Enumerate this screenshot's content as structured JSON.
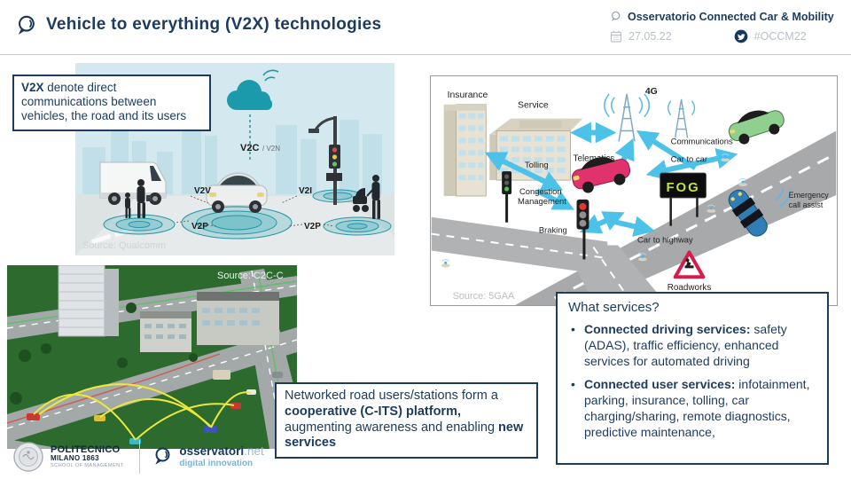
{
  "header": {
    "title": "Vehicle to everything (V2X) technologies",
    "brand": "Osservatorio Connected Car & Mobility",
    "date": "27.05.22",
    "hashtag": "#OCCM22"
  },
  "callouts": {
    "v2x": {
      "bold": "V2X",
      "text": " denote direct communications between vehicles, the road and its users"
    },
    "networked": {
      "t1": "Networked road users/stations form a ",
      "b1": "cooperative (C-ITS) platform,",
      "t2": " augmenting awareness and enabling ",
      "b2": "new services"
    },
    "services": {
      "heading": "What services?",
      "bullets": [
        {
          "lead": "Connected driving services:",
          "text": " safety (ADAS), traffic efficiency, enhanced services for automated driving"
        },
        {
          "lead": "Connected user services:",
          "text": " infotainment, parking, insurance, tolling, car charging/sharing, remote diagnostics, predictive maintenance,"
        }
      ]
    }
  },
  "figures": {
    "qualcomm": {
      "source": "Source: Qualcomm",
      "v2c": "V2C",
      "v2n": "/ V2N",
      "v2v": "V2V",
      "v2i": "V2I",
      "v2p_left": "V2P",
      "v2p_right": "V2P"
    },
    "gaa": {
      "source": "Source: 5GAA",
      "insurance": "Insurance",
      "service": "Service",
      "g4": "4G",
      "telematics": "Telematics",
      "tolling": "Tolling",
      "congestion1": "Congestion",
      "congestion2": "Management",
      "braking": "Braking",
      "car_to_highway": "Car to highway",
      "communications": "Communications",
      "car_to_car": "Car to car",
      "emergency1": "Emergency",
      "emergency2": "call assist",
      "fog": "FOG",
      "roadworks": "Roadworks"
    },
    "c2c": {
      "source": "Source: C2C-C"
    }
  },
  "footer": {
    "polimi": {
      "name": "POLITECNICO",
      "sub": "MILANO 1863",
      "school": "SCHOOL OF MANAGEMENT"
    },
    "osservatori": {
      "name": "osservatori",
      "net": ".net",
      "tagline": "digital innovation"
    }
  },
  "colors": {
    "navy": "#1c3b5e",
    "muted_gray": "#b9c0cc",
    "arrow_cyan": "#4cc2e8",
    "radar_teal": "#1a9aab"
  }
}
